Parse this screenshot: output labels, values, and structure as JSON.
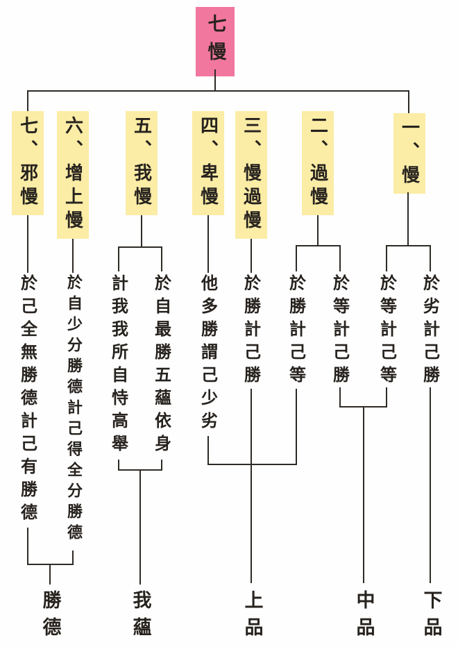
{
  "diagram": {
    "title": "七慢",
    "root": {
      "label": "七慢"
    },
    "branches": [
      {
        "label": "七、邪慢",
        "definitions": [
          "於己全無勝德計己有勝德"
        ]
      },
      {
        "label": "六、增上慢",
        "definitions": [
          "於自少分勝德計己得全分勝德"
        ]
      },
      {
        "label": "五、我慢",
        "definitions": [
          "計我我所自恃高舉",
          "於自最勝五蘊依身"
        ]
      },
      {
        "label": "四、卑慢",
        "definitions": [
          "他多勝謂己少劣"
        ]
      },
      {
        "label": "三、慢過慢",
        "definitions": [
          "於勝計己勝"
        ]
      },
      {
        "label": "二、過慢",
        "definitions": [
          "於勝計己等",
          "於等計己勝"
        ]
      },
      {
        "label": "一、慢",
        "definitions": [
          "於等計己等",
          "於劣計己勝"
        ]
      }
    ],
    "groups": [
      {
        "label": "勝德",
        "merges": [
          "於己全無勝德計己有勝德",
          "於自少分勝德計己得全分勝德"
        ]
      },
      {
        "label": "我蘊",
        "merges": [
          "計我我所自恃高舉",
          "於自最勝五蘊依身"
        ]
      },
      {
        "label": "上品",
        "merges": [
          "他多勝謂己少劣",
          "於勝計己勝",
          "於勝計己等"
        ]
      },
      {
        "label": "中品",
        "merges": [
          "於等計己勝",
          "於等計己等"
        ]
      },
      {
        "label": "下品",
        "merges": [
          "於劣計己勝"
        ]
      }
    ],
    "colors": {
      "root_bg": "#f2779f",
      "branch_bg": "#fbeca6",
      "line": "#2e2a26",
      "background": "#fefefe"
    }
  }
}
